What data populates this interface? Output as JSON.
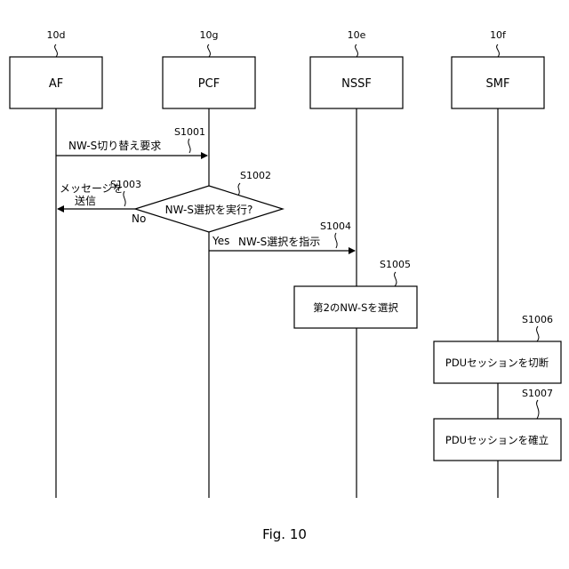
{
  "diagram": {
    "entities": [
      {
        "ref": "10d",
        "label": "AF"
      },
      {
        "ref": "10g",
        "label": "PCF"
      },
      {
        "ref": "10e",
        "label": "NSSF"
      },
      {
        "ref": "10f",
        "label": "SMF"
      }
    ],
    "messages": {
      "m1_label": "NW-S切り替え要求",
      "m1_step": "S1001",
      "decision_label": "NW-S選択を実行?",
      "decision_step": "S1002",
      "no_line1": "メッセージを",
      "no_line2": "送信",
      "no_step": "S1003",
      "no_branch": "No",
      "yes_branch": "Yes",
      "m4_label": "NW-S選択を指示",
      "m4_step": "S1004"
    },
    "processes": [
      {
        "step": "S1005",
        "label": "第2のNW-Sを選択"
      },
      {
        "step": "S1006",
        "label": "PDUセッションを切断"
      },
      {
        "step": "S1007",
        "label": "PDUセッションを確立"
      }
    ],
    "caption": "Fig. 10"
  }
}
